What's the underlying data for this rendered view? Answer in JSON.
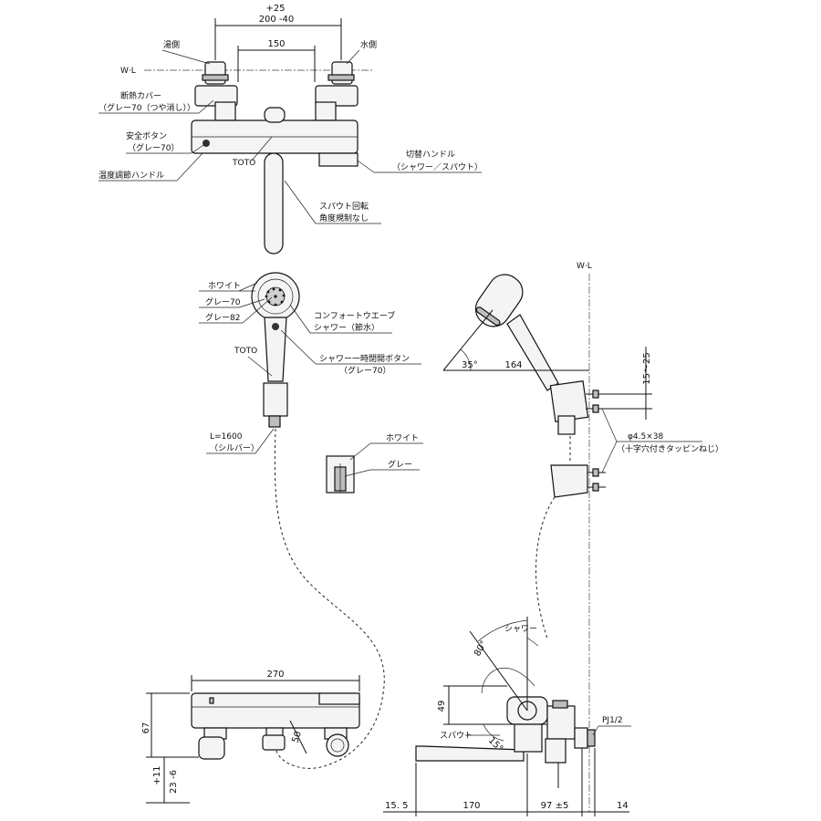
{
  "labels": {
    "hot_side": "湯側",
    "cold_side": "水側",
    "wl_top": "W·L",
    "wl_right": "W·L",
    "insulation_cover": "断熱カバー",
    "insulation_cover_sub": "（グレー70（つや消し））",
    "safety_button": "安全ボタン",
    "safety_button_sub": "（グレー70）",
    "temp_handle": "温度調節ハンドル",
    "toto_1": "TOTO",
    "switch_handle": "切替ハンドル",
    "switch_handle_sub": "（シャワー／スパウト）",
    "spout_rotation": "スパウト回転",
    "spout_rotation_sub": "角度規制なし",
    "white_1": "ホワイト",
    "gray70_1": "グレー70",
    "gray82": "グレー82",
    "comfort_wave": "コンフォートウエーブ",
    "comfort_wave_sub": "シャワー（節水）",
    "toto_2": "TOTO",
    "shower_stop": "シャワー一時閉開ボタン",
    "shower_stop_sub": "（グレー70）",
    "hose": "L=1600",
    "hose_sub": "（シルバー）",
    "white_2": "ホワイト",
    "gray_2": "グレー",
    "screw": "φ4.5×38",
    "screw_sub": "（十字穴付きタッピンねじ）",
    "shower_label": "シャワー",
    "spout_label": "スパウト",
    "pj": "PJ1/2"
  },
  "dims": {
    "top_plus": "+25",
    "top_200": "200 -40",
    "top_150": "150",
    "angle_35": "35°",
    "d_164": "164",
    "d_15_25": "15～25",
    "d_270": "270",
    "d_67": "67",
    "d_50": "50",
    "d_plus11": "+11",
    "d_23_6": "23 -6",
    "d_49": "49",
    "angle_80": "80°",
    "angle_15": "15°",
    "b_155": "15. 5",
    "b_170": "170",
    "b_97": "97 ±5",
    "b_14": "14"
  }
}
